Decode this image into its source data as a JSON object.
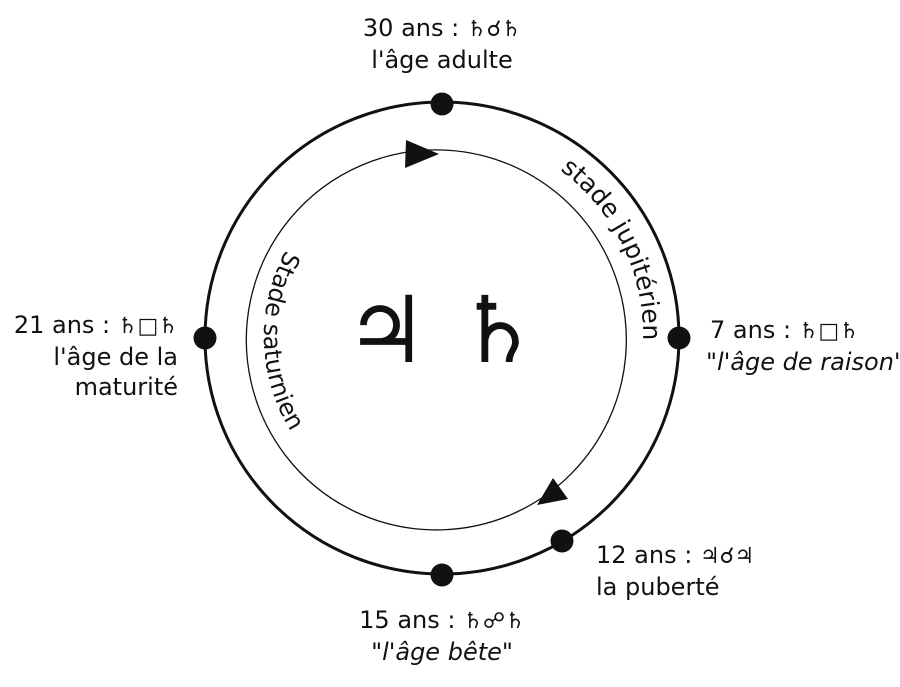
{
  "center_symbols": "♃ ♄",
  "inner_arc_labels": {
    "jupiter_stage": "stade jupitérien",
    "saturn_stage": "Stade saturnien"
  },
  "nodes": [
    {
      "id": "age-30",
      "age": "30 ans :",
      "aspect": "♄☌♄",
      "desc": "l'âge adulte"
    },
    {
      "id": "age-7",
      "age": "7 ans :",
      "aspect": "♄□♄",
      "desc": "\"l'âge de raison\""
    },
    {
      "id": "age-12",
      "age": "12 ans :",
      "aspect": "♃☌♃",
      "desc": "la puberté"
    },
    {
      "id": "age-15",
      "age": "15 ans :",
      "aspect": "♄☍♄",
      "desc": "\"l'âge bête\""
    },
    {
      "id": "age-21",
      "age": "21 ans :",
      "aspect": "♄□♄",
      "desc_line1": "l'âge de la",
      "desc_line2": "maturité"
    }
  ],
  "colors": {
    "ink": "#111111",
    "background": "#ffffff"
  }
}
